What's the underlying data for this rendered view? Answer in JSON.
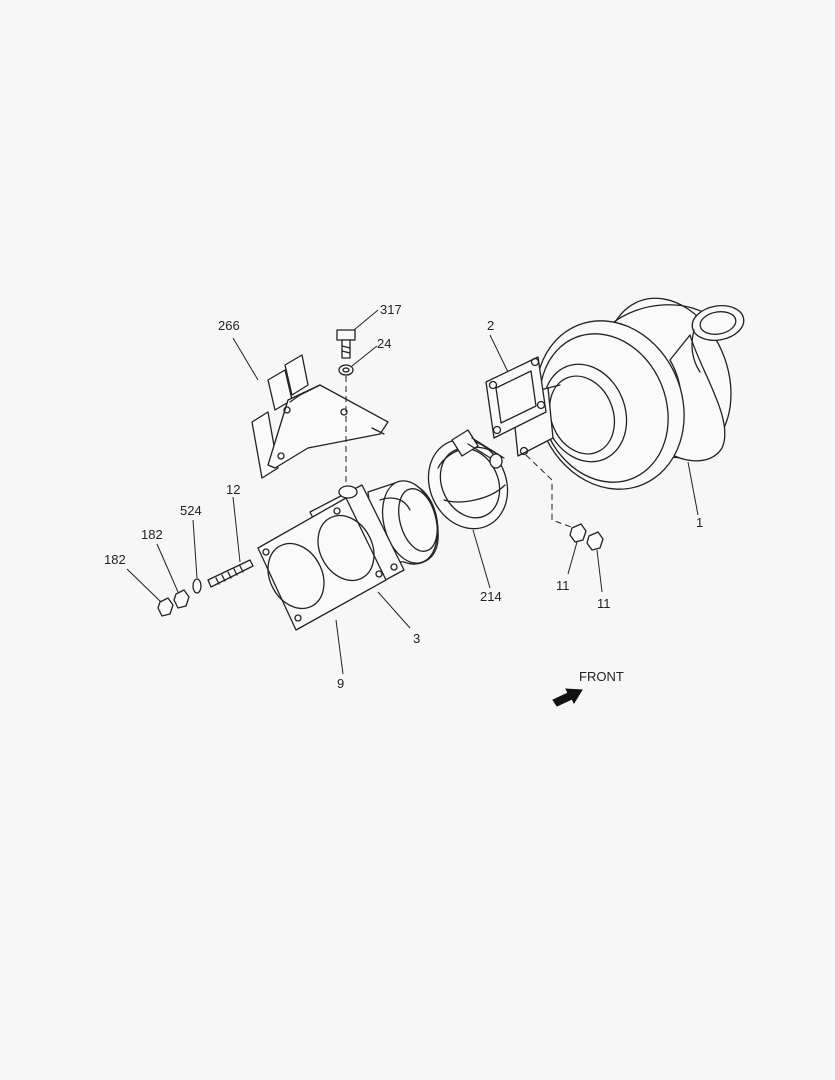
{
  "diagram": {
    "callouts": [
      {
        "key": "c317",
        "text": "317"
      },
      {
        "key": "c24",
        "text": "24"
      },
      {
        "key": "c266",
        "text": "266"
      },
      {
        "key": "c2",
        "text": "2"
      },
      {
        "key": "c1",
        "text": "1"
      },
      {
        "key": "c12",
        "text": "12"
      },
      {
        "key": "c524",
        "text": "524"
      },
      {
        "key": "c182a",
        "text": "182"
      },
      {
        "key": "c182b",
        "text": "182"
      },
      {
        "key": "c214",
        "text": "214"
      },
      {
        "key": "c11a",
        "text": "11"
      },
      {
        "key": "c11b",
        "text": "11"
      },
      {
        "key": "c3",
        "text": "3"
      },
      {
        "key": "c9",
        "text": "9"
      }
    ],
    "front_label": "FRONT"
  }
}
